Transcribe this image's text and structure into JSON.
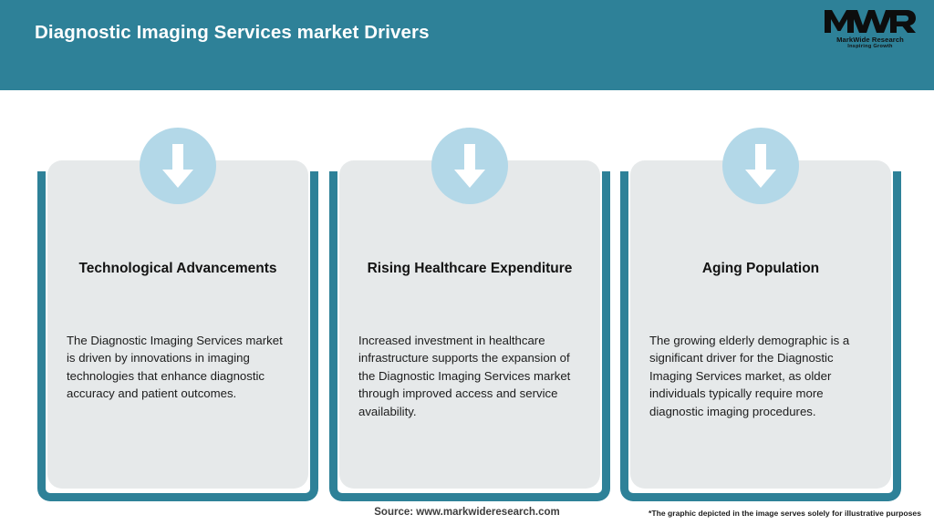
{
  "header": {
    "title": "Diagnostic Imaging Services market Drivers",
    "band_color": "#2e8198"
  },
  "logo": {
    "mark": "MWR",
    "name": "MarkWide Research",
    "tagline": "Inspiring Growth"
  },
  "cards": [
    {
      "icon": "down-arrow-icon",
      "title": "Technological Advancements",
      "body": "The Diagnostic Imaging Services market is driven by innovations in imaging technologies that enhance diagnostic accuracy and patient outcomes."
    },
    {
      "icon": "down-arrow-icon",
      "title": "Rising Healthcare Expenditure",
      "body": "Increased investment in healthcare infrastructure supports the expansion of the Diagnostic Imaging Services market through improved access and service availability."
    },
    {
      "icon": "down-arrow-icon",
      "title": "Aging Population",
      "body": "The growing elderly demographic is a significant driver for the Diagnostic Imaging Services market, as older individuals typically require more diagnostic imaging procedures."
    }
  ],
  "footer": {
    "source": "Source: www.markwideresearch.com",
    "note": "*The graphic depicted in the image serves solely for illustrative purposes"
  },
  "colors": {
    "teal": "#2e8198",
    "card_gray": "#e6e9ea",
    "icon_blue": "#b3d8e8",
    "white": "#ffffff"
  }
}
